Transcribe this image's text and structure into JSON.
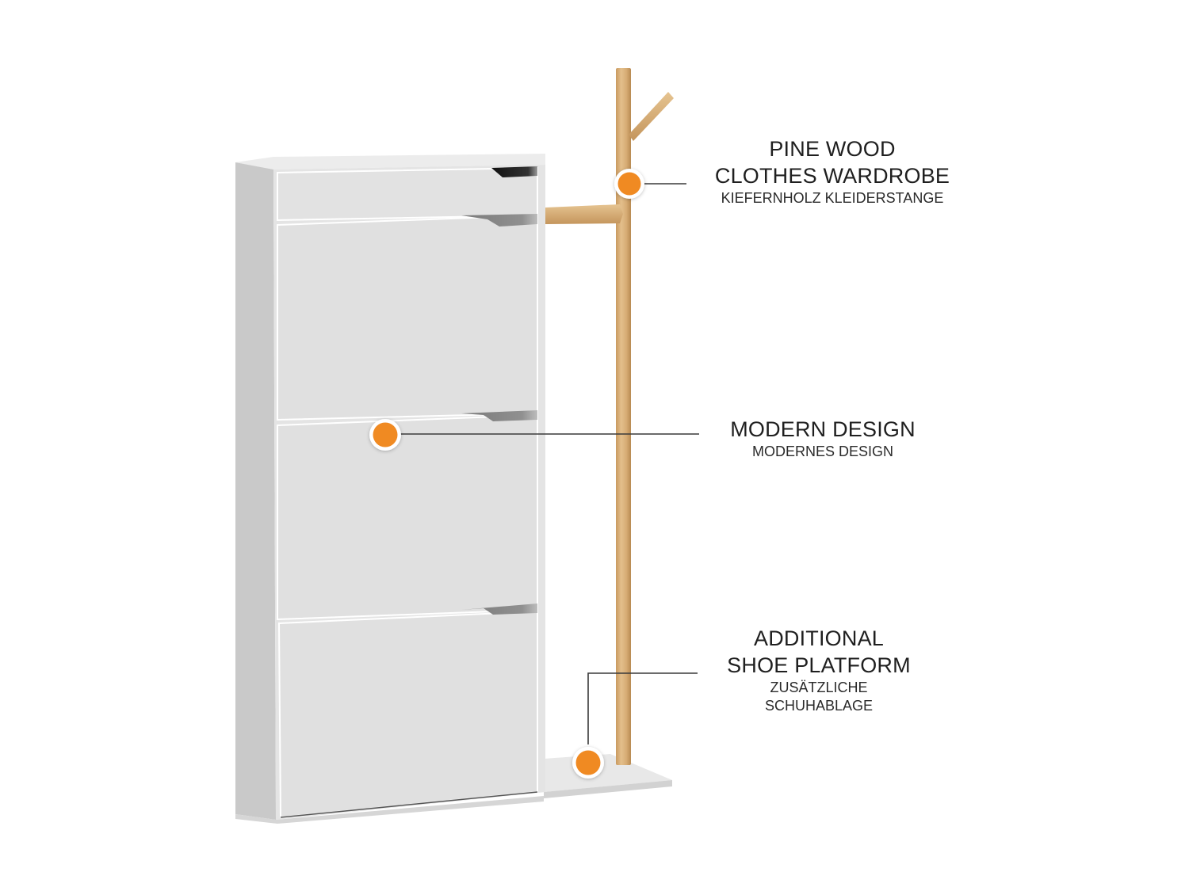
{
  "callouts": [
    {
      "id": "pine-wood",
      "title_lines": [
        "PINE WOOD",
        "CLOTHES WARDROBE"
      ],
      "subtitle_lines": [
        "KIEFERNHOLZ KLEIDERSTANGE"
      ]
    },
    {
      "id": "modern-design",
      "title_lines": [
        "MODERN DESIGN"
      ],
      "subtitle_lines": [
        "MODERNES DESIGN"
      ]
    },
    {
      "id": "shoe-platform",
      "title_lines": [
        "ADDITIONAL",
        "SHOE PLATFORM"
      ],
      "subtitle_lines": [
        "ZUSÄTZLICHE",
        "SCHUHABLAGE"
      ]
    }
  ],
  "product": {
    "cabinet_flaps": 3,
    "top_drawer": 1,
    "colors": {
      "cabinet": "#e2e2e2",
      "cabinet_side": "#c9c9c9",
      "wood": "#d9b07a",
      "marker": "#f08a24",
      "leader_line": "#3a3a3a"
    }
  }
}
